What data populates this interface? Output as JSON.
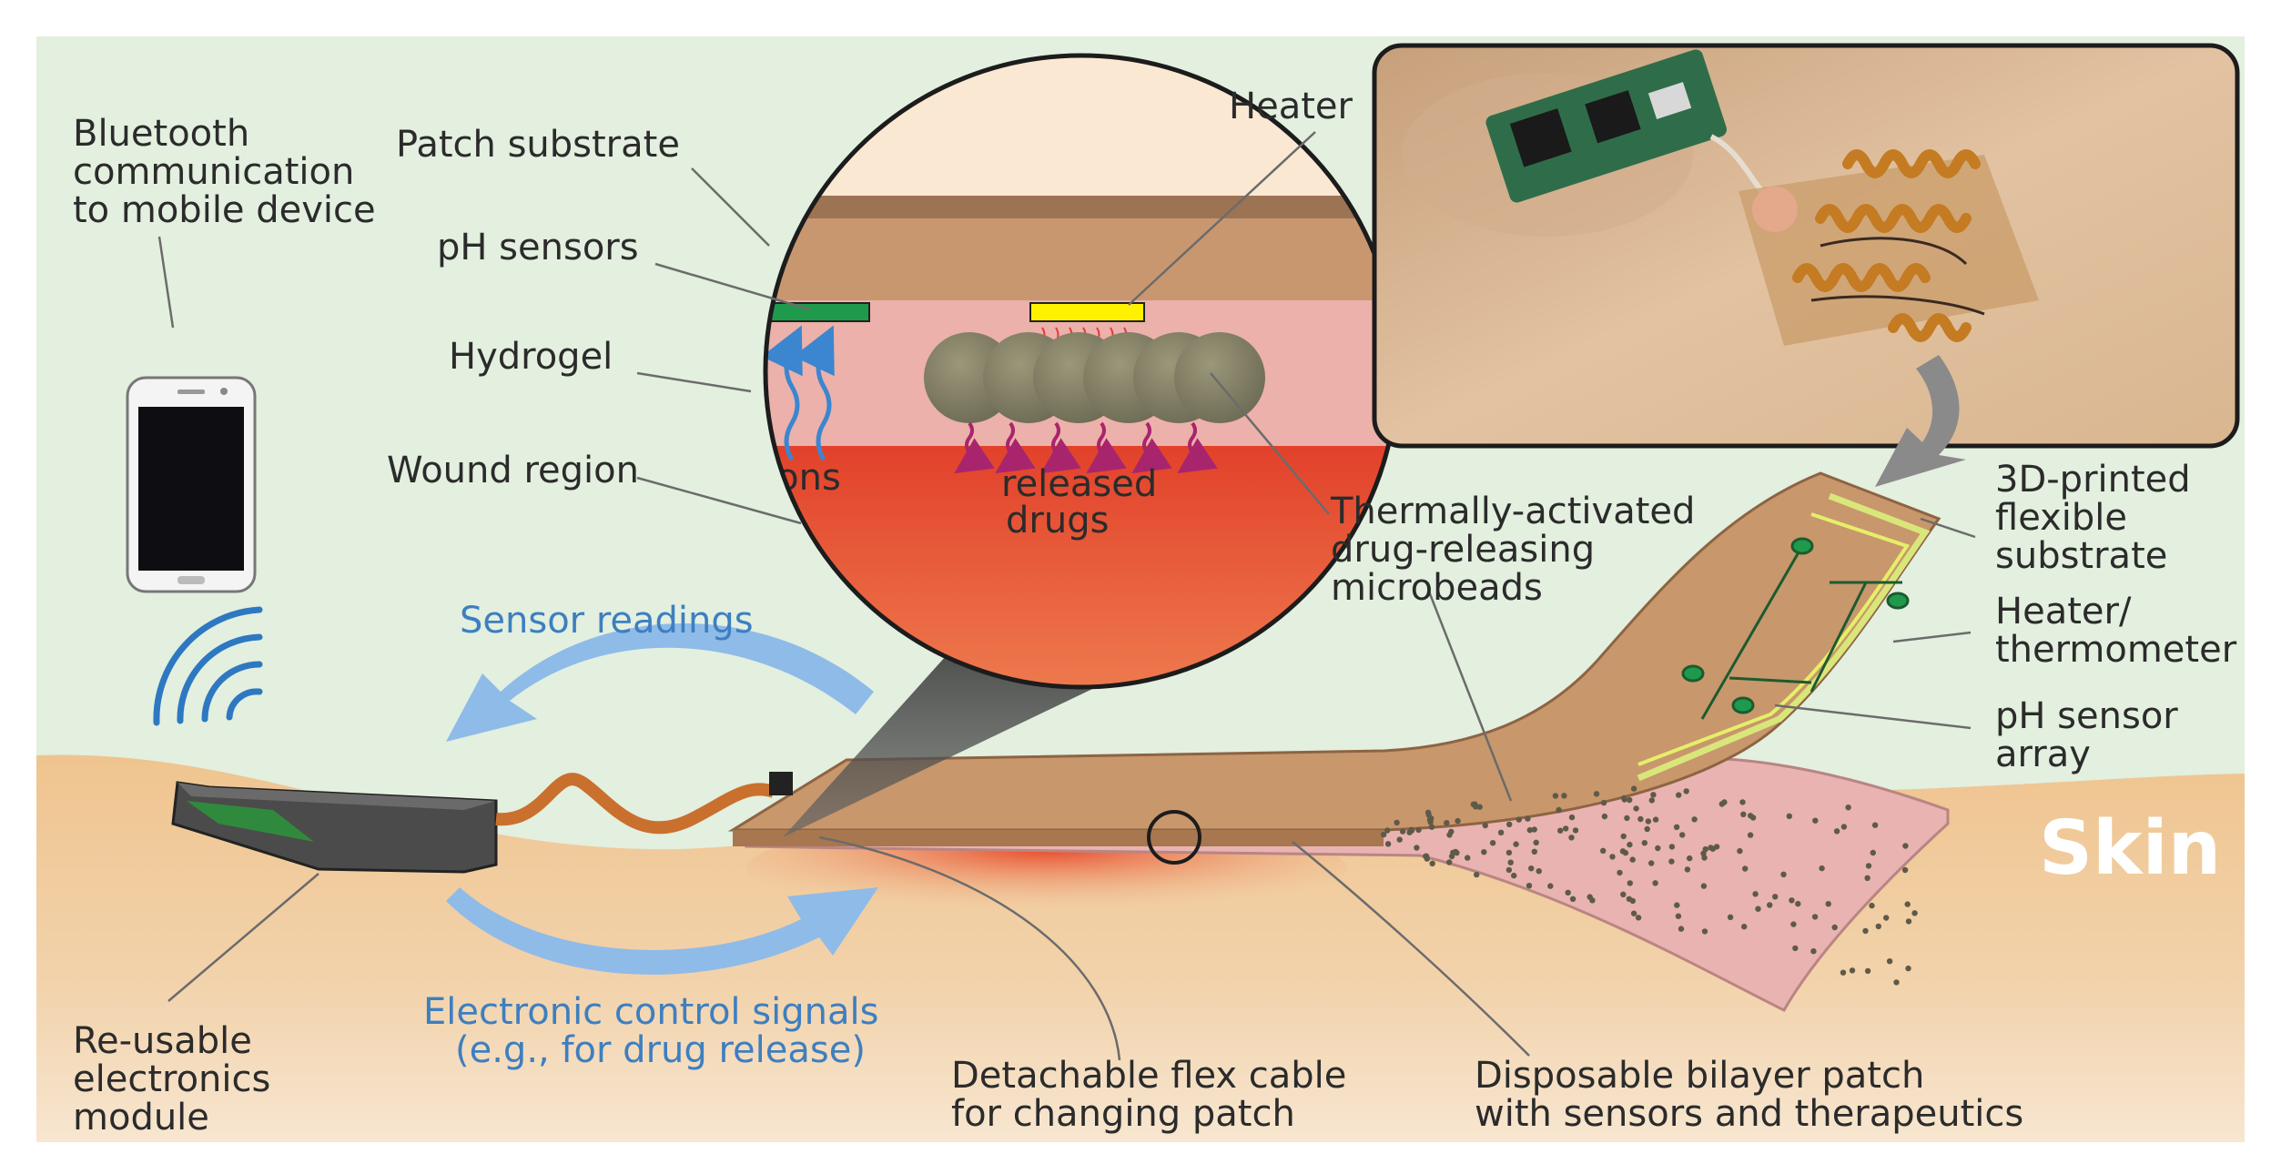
{
  "labels": {
    "bluetooth": [
      "Bluetooth",
      "communication",
      "to mobile device"
    ],
    "patch_substrate": "Patch substrate",
    "ph_sensors": "pH sensors",
    "hydrogel": "Hydrogel",
    "wound_region": "Wound region",
    "heater": "Heater",
    "ions": "ions",
    "released_drugs": [
      "released",
      "drugs"
    ],
    "microbeads": [
      "Thermally-activated",
      "drug-releasing",
      "microbeads"
    ],
    "printed_substrate": [
      "3D-printed",
      "flexible",
      "substrate"
    ],
    "heater_thermometer": [
      "Heater/",
      "thermometer"
    ],
    "ph_array": [
      "pH sensor",
      "array"
    ],
    "skin": "Skin",
    "sensor_readings": "Sensor readings",
    "control_signals": [
      "Electronic control signals",
      "(e.g., for drug release)"
    ],
    "module": [
      "Re-usable",
      "electronics",
      "module"
    ],
    "flex_cable": [
      "Detachable flex cable",
      "for changing patch"
    ],
    "bilayer_patch": [
      "Disposable bilayer patch",
      "with sensors and therapeutics"
    ]
  },
  "colors": {
    "background": "#e3efdf",
    "skin": "#efc48f",
    "wound": "#e8462e",
    "hydrogel": "#ecb1aa",
    "substrate": "#c8976c",
    "ph_sensor": "#1f9a4c",
    "heater": "#fff200",
    "arrow_blue": "#8fbbe8",
    "ion_arrow": "#3b86cf",
    "drug_arrow": "#a8256e"
  }
}
